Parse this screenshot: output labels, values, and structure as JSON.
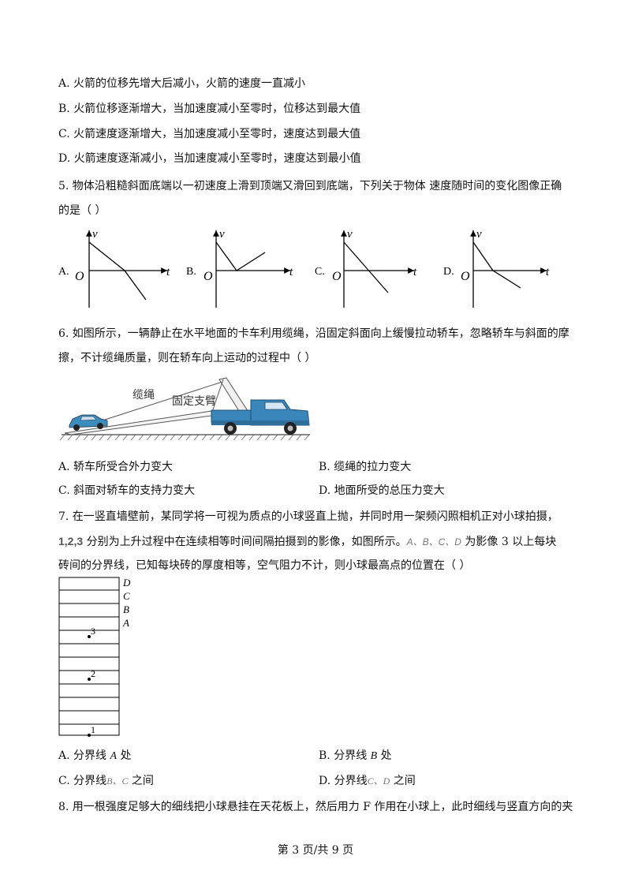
{
  "q4": {
    "options": [
      "A. 火箭的位移先增大后减小，火箭的速度一直减小",
      "B. 火箭位移逐渐增大，当加速度减小至零时，位移达到最大值",
      "C. 火箭速度逐渐增大，当加速度减小至零时，速度达到最大值",
      "D. 火箭速度逐渐减小，当加速度减小至零时，速度达到最小值"
    ]
  },
  "q5": {
    "line1": "5. 物体沿粗糙斜面底端以一初速度上滑到顶端又滑回到底端，下列关于物体    速度随时间的变化图像正确",
    "line2": "的是（      ）",
    "graph_labels": [
      "A.",
      "B.",
      "C.",
      "D."
    ],
    "axis_v": "v",
    "axis_t": "t",
    "origin": "O"
  },
  "q6": {
    "line1": "6. 如图所示，一辆静止在水平地面的卡车利用缆绳，沿固定斜面向上缓慢拉动轿车，忽略轿车与斜面的摩",
    "line2": "擦，不计缆绳质量，则在轿车向上运动的过程中（      ）",
    "label_rope": "缆绳",
    "label_arm": "固定支臂",
    "options": [
      "A. 轿车所受合外力变大",
      "B. 缆绳的拉力变大",
      "C. 斜面对轿车的支持力变大",
      "D. 地面所受的总压力变大"
    ]
  },
  "q7": {
    "line1": "7. 在一竖直墙壁前，某同学将一可视为质点的小球竖直上抛，并同时用一架频闪照相机正对小球拍摄，",
    "line2_prefix": "1,2,3",
    "line2_text": " 分别为上升过程中在连续相等时间间隔拍摄到的影像，如图所示。",
    "line2_letters": "A、B、C、D",
    "line2_suffix": " 为影像 3 以上每块",
    "line3": "砖间的分界线，已知每块砖的厚度相等，空气阻力不计，则小球最高点的位置在（      ）",
    "brick_labels": [
      "D",
      "C",
      "B",
      "A"
    ],
    "image_labels": [
      "3",
      "2",
      "1"
    ],
    "options": {
      "A_prefix": "A. 分界线 ",
      "A_var": "A",
      "A_suffix": " 处",
      "B_prefix": "B. 分界线 ",
      "B_var": "B",
      "B_suffix": " 处",
      "C_prefix": "C. 分界线",
      "C_var": "B、C",
      "C_suffix": " 之间",
      "D_prefix": "D. 分界线",
      "D_var": "C、D",
      "D_suffix": "  之间"
    }
  },
  "q8": {
    "line1": "8. 用一根强度足够大的细线把小球悬挂在天花板上，然后用力 F 作用在小球上，此时细线与竖直方向的夹"
  },
  "footer": "第 3 页/共 9 页"
}
